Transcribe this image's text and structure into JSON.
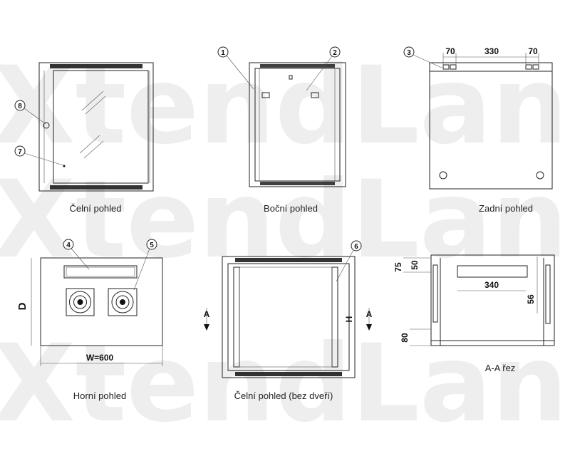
{
  "watermark": {
    "text": "XtendLan"
  },
  "views": {
    "front": {
      "caption": "Čelní pohled"
    },
    "side": {
      "caption": "Boční pohled"
    },
    "back": {
      "caption": "Zadní pohled"
    },
    "top": {
      "caption": "Horní pohled"
    },
    "front_nodoor": {
      "caption": "Čelní pohled (bez dveří)"
    },
    "section": {
      "caption": "A-A řez"
    }
  },
  "callouts": [
    "1",
    "2",
    "3",
    "4",
    "5",
    "6",
    "7",
    "8"
  ],
  "dimensions": {
    "back_left": "70",
    "back_mid": "330",
    "back_right": "70",
    "depth": "D",
    "width": "W=600",
    "height": "H",
    "section_mark": "A",
    "sec_75": "75",
    "sec_50": "50",
    "sec_340": "340",
    "sec_56": "56",
    "sec_80": "80"
  }
}
